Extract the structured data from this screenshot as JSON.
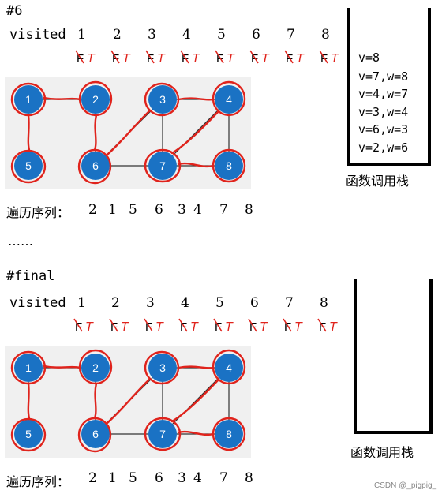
{
  "sections": [
    {
      "title": "#6",
      "visited_label": "visited",
      "vertex_numbers": [
        "1",
        "2",
        "3",
        "4",
        "5",
        "6",
        "7",
        "8"
      ],
      "flags": [
        "F",
        "F",
        "F",
        "F",
        "F",
        "F",
        "F",
        "F"
      ],
      "marks": [
        "T",
        "T",
        "T",
        "T",
        "T",
        "T",
        "T",
        "T"
      ],
      "nodes": [
        "1",
        "2",
        "3",
        "4",
        "5",
        "6",
        "7",
        "8"
      ],
      "traversal_label": "遍历序列：",
      "traversal": [
        "2",
        "1",
        "5",
        "6",
        "3",
        "4",
        "7",
        "8"
      ],
      "stack_lines": [
        "v=8",
        "v=7,w=8",
        "v=4,w=7",
        "v=3,w=4",
        "v=6,w=3",
        "v=2,w=6"
      ],
      "stack_caption": "函数调用栈"
    },
    {
      "title": "#final",
      "visited_label": "visited",
      "vertex_numbers": [
        "1",
        "2",
        "3",
        "4",
        "5",
        "6",
        "7",
        "8"
      ],
      "flags": [
        "F",
        "F",
        "F",
        "F",
        "F",
        "F",
        "F",
        "F"
      ],
      "marks": [
        "T",
        "T",
        "T",
        "T",
        "T",
        "T",
        "T",
        "T"
      ],
      "nodes": [
        "1",
        "2",
        "3",
        "4",
        "5",
        "6",
        "7",
        "8"
      ],
      "traversal_label": "遍历序列：",
      "traversal": [
        "2",
        "1",
        "5",
        "6",
        "3",
        "4",
        "7",
        "8"
      ],
      "stack_lines": [],
      "stack_caption": "函数调用栈"
    }
  ],
  "ellipsis": "……",
  "watermark": "CSDN @_pigpig_",
  "colors": {
    "node_fill": "#1a72c4",
    "pen_red": "#e0231c",
    "edge": "#333333",
    "panel": "#f0f0f0"
  }
}
